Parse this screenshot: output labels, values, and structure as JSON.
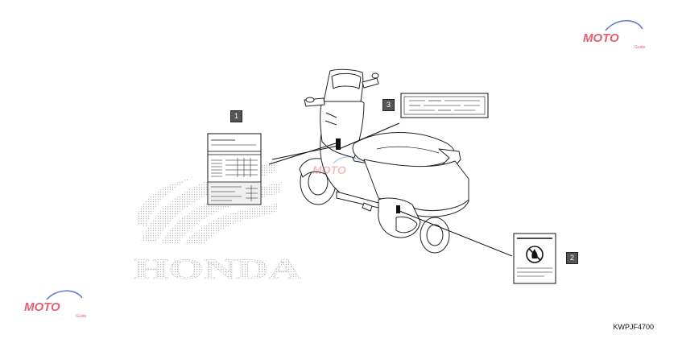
{
  "watermark": {
    "brand": "MOTO",
    "sub": "Guide",
    "color_red": "#d9475a",
    "color_blue": "#4a68c8"
  },
  "brand_mark": {
    "text": "HONDA"
  },
  "callouts": [
    {
      "number": "1",
      "item": "label-sheet"
    },
    {
      "number": "2",
      "item": "no-fire-caution-label"
    },
    {
      "number": "3",
      "item": "small-label"
    }
  ],
  "part_code": "KWPJF4700",
  "colors": {
    "line": "#222222",
    "dots": "#bbbbbb",
    "callout_fill": "#555555"
  }
}
